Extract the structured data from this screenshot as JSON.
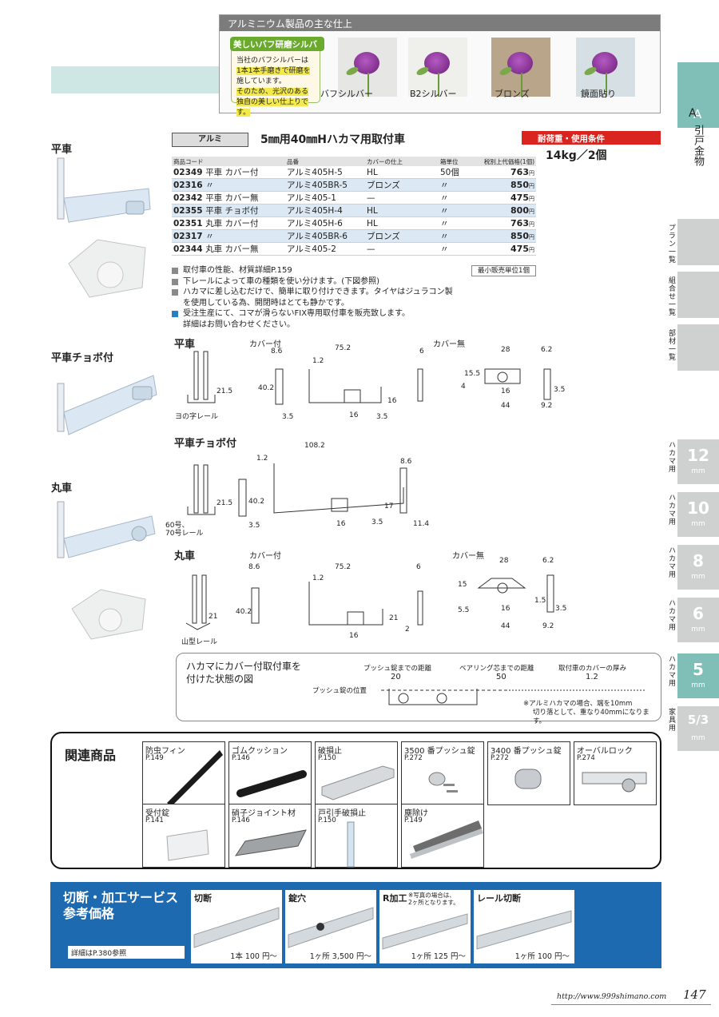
{
  "finish": {
    "header": "アルミニウム製品の主な仕上",
    "callout_title": "美しいバフ研磨シルバー",
    "callout_lines": [
      "当社のバフシルバーは",
      "1本1本手磨きで研磨を",
      "施しています。",
      "そのため、光沢のある",
      "独自の美しい仕上りです。"
    ],
    "swatches": [
      "バフシルバー",
      "B2シルバー",
      "ブロンズ",
      "鏡面貼り"
    ],
    "colors": {
      "buff": "#e6e6e4",
      "b2": "#efefec",
      "bronze": "#b9a68a",
      "mirror": "#d6dfe3"
    }
  },
  "side": {
    "section_letter": "A",
    "section_name": "引戸金物",
    "tabs": [
      "プラン一覧",
      "組合せ一覧",
      "部材一覧"
    ],
    "sizes": [
      {
        "label": "ハカマ用",
        "num": "12",
        "unit": "mm"
      },
      {
        "label": "ハカマ用",
        "num": "10",
        "unit": "mm"
      },
      {
        "label": "ハカマ用",
        "num": "8",
        "unit": "mm"
      },
      {
        "label": "ハカマ用",
        "num": "6",
        "unit": "mm"
      },
      {
        "label": "ハカマ用",
        "num": "5",
        "unit": "mm"
      },
      {
        "label": "家具用",
        "num": "5/3",
        "unit": "mm"
      }
    ]
  },
  "left": {
    "labels": [
      "平車",
      "平車チョボ付",
      "丸車"
    ]
  },
  "product": {
    "material_tag": "アルミ",
    "title": "5㎜用40㎜Hハカマ用取付車",
    "load_label": "耐荷重・使用条件",
    "load_value": "14kg／2個",
    "columns": [
      "商品コード",
      "品番",
      "カバーの仕上",
      "箱単位",
      "税別上代価格(1個)"
    ],
    "rows": [
      {
        "code": "02349",
        "name": "平車 カバー付",
        "part": "アルミ405H-5",
        "finish": "HL",
        "unit": "50個",
        "price": "763"
      },
      {
        "code": "02316",
        "name": "〃",
        "part": "アルミ405BR-5",
        "finish": "ブロンズ",
        "unit": "〃",
        "price": "850"
      },
      {
        "code": "02342",
        "name": "平車 カバー無",
        "part": "アルミ405-1",
        "finish": "—",
        "unit": "〃",
        "price": "475"
      },
      {
        "code": "02355",
        "name": "平車 チョボ付",
        "part": "アルミ405H-4",
        "finish": "HL",
        "unit": "〃",
        "price": "800"
      },
      {
        "code": "02351",
        "name": "丸車 カバー付",
        "part": "アルミ405H-6",
        "finish": "HL",
        "unit": "〃",
        "price": "763"
      },
      {
        "code": "02317",
        "name": "〃",
        "part": "アルミ405BR-6",
        "finish": "ブロンズ",
        "unit": "〃",
        "price": "850"
      },
      {
        "code": "02344",
        "name": "丸車 カバー無",
        "part": "アルミ405-2",
        "finish": "—",
        "unit": "〃",
        "price": "475"
      }
    ],
    "yen": "円",
    "min_lot": "最小販売単位1個",
    "notes": [
      "取付車の性能、材質詳細P.159",
      "下レールによって車の種類を使い分けます。(下図参照)",
      "ハカマに差し込むだけで、簡単に取り付けできます。タイヤはジュラコン製",
      "を使用している為、開閉時はとても静かです。",
      "受注生産にて、コマが滑らないFIX専用取付車を販売致します。",
      "詳細はお問い合わせください。"
    ]
  },
  "diagrams": {
    "hira": {
      "title": "平車",
      "cover_on": "カバー付",
      "cover_off": "カバー無",
      "rail": "ヨの字レール",
      "dims": [
        "8.6",
        "75.2",
        "1.2",
        "40.2",
        "3.5",
        "16",
        "16",
        "3.5",
        "21.5",
        "6",
        "28",
        "6.2",
        "15.5",
        "4",
        "16",
        "3.5",
        "44",
        "9.2"
      ]
    },
    "chobo": {
      "title": "平車チョボ付",
      "rail1": "60号、",
      "rail2": "70号レール",
      "dims": [
        "108.2",
        "1.2",
        "8.6",
        "40.2",
        "21.5",
        "3.5",
        "16",
        "3.5",
        "17",
        "11.4"
      ]
    },
    "maru": {
      "title": "丸車",
      "cover_on": "カバー付",
      "cover_off": "カバー無",
      "rail": "山型レール",
      "dims": [
        "8.6",
        "75.2",
        "1.2",
        "40.2",
        "21",
        "16",
        "21",
        "6",
        "2",
        "28",
        "6.2",
        "15",
        "5.5",
        "16",
        "1.5",
        "3.5",
        "44",
        "9.2"
      ]
    }
  },
  "install": {
    "title_line1": "ハカマにカバー付取付車を",
    "title_line2": "付けた状態の図",
    "push_dist": "プッシュ錠までの距離",
    "bearing_dist": "ベアリング芯までの距離",
    "cover_thick": "取付車のカバーの厚み",
    "v20": "20",
    "v50": "50",
    "v12": "1.2",
    "push_pos": "プッシュ錠の位置",
    "note1": "※アルミハカマの場合、端を10mm",
    "note2": "切り落として、重なり40mmになります。"
  },
  "related": {
    "title": "関連商品",
    "items": [
      {
        "name": "防虫フィン",
        "page": "P.149"
      },
      {
        "name": "ゴムクッション",
        "page": "P.146"
      },
      {
        "name": "破損止",
        "page": "P.150"
      },
      {
        "name": "3500 番プッシュ錠",
        "page": "P.272"
      },
      {
        "name": "3400 番プッシュ錠",
        "page": "P.272"
      },
      {
        "name": "オーバルロック",
        "page": "P.274"
      },
      {
        "name": "受付錠",
        "page": "P.141"
      },
      {
        "name": "硝子ジョイント材",
        "page": "P.146"
      },
      {
        "name": "戸引手破損止",
        "page": "P.150"
      },
      {
        "name": "塵除け",
        "page": "P.149"
      }
    ]
  },
  "service": {
    "title1": "切断・加工サービス",
    "title2": "参考価格",
    "ref": "詳細はP.380参照",
    "items": [
      {
        "name": "切断",
        "price": "1本 100 円〜",
        "note1": "",
        "note2": ""
      },
      {
        "name": "錠穴",
        "price": "1ヶ所 3,500 円〜",
        "note1": "",
        "note2": ""
      },
      {
        "name": "R加工",
        "price": "1ヶ所 125 円〜",
        "note1": "※写真の場合は、",
        "note2": "2ヶ所となります。"
      },
      {
        "name": "レール切断",
        "price": "1ヶ所 100 円〜",
        "note1": "",
        "note2": ""
      }
    ]
  },
  "footer": {
    "url": "http://www.999shimano.com",
    "page": "147"
  }
}
